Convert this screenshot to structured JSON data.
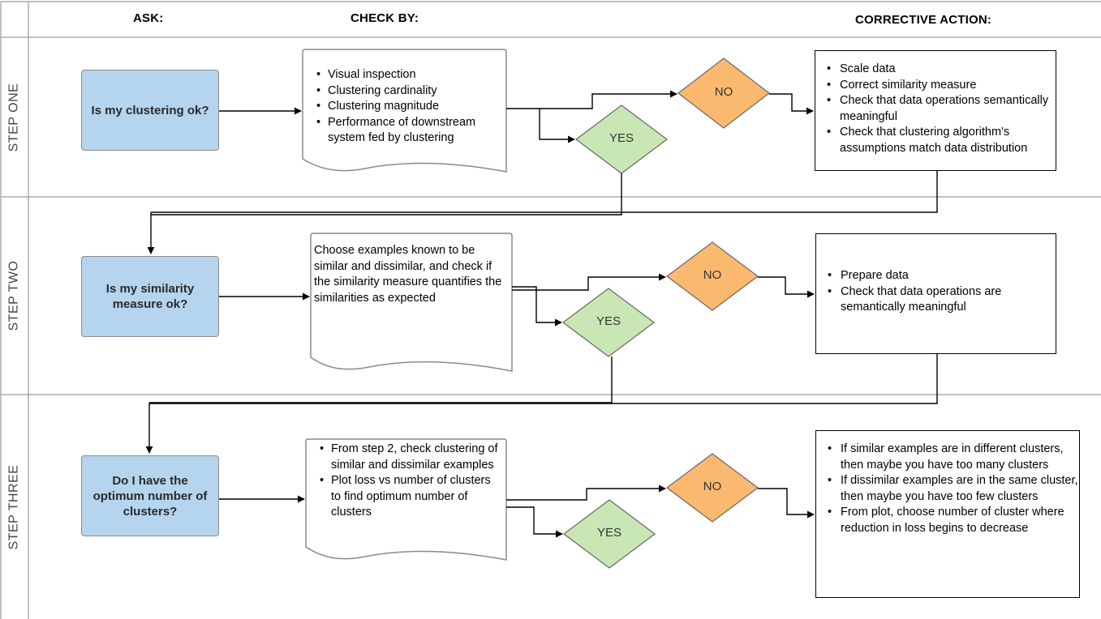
{
  "headers": {
    "ask": "ASK:",
    "check": "CHECK BY:",
    "action": "CORRECTIVE ACTION:"
  },
  "steps": [
    {
      "label": "STEP ONE",
      "question": "Is my clustering ok?",
      "check": [
        "Visual inspection",
        "Clustering cardinality",
        "Clustering magnitude",
        "Performance of downstream system fed by clustering"
      ],
      "no": "NO",
      "yes": "YES",
      "actions": [
        "Scale data",
        "Correct similarity measure",
        "Check that data operations semantically meaningful",
        "Check that clustering algorithm's assumptions match data distribution"
      ]
    },
    {
      "label": "STEP TWO",
      "question": "Is my similarity measure ok?",
      "check_text": "Choose examples known to be similar and dissimilar, and check if the similarity measure quantifies the similarities as expected",
      "no": "NO",
      "yes": "YES",
      "actions": [
        "Prepare data",
        "Check that data operations are semantically meaningful"
      ]
    },
    {
      "label": "STEP THREE",
      "question": "Do I have the optimum number of clusters?",
      "check": [
        "From step 2, check clustering of similar and dissimilar examples",
        "Plot loss vs number of clusters to find optimum number of clusters"
      ],
      "no": "NO",
      "yes": "YES",
      "actions": [
        "If similar examples are in different clusters, then maybe you have too many clusters",
        "If dissimilar examples are in the same cluster, then maybe you have too few clusters",
        "From plot, choose number of cluster where reduction in loss begins to decrease"
      ]
    }
  ],
  "colors": {
    "ask_fill": "#b5d5ee",
    "no_fill": "#fbb970",
    "yes_fill": "#c9e7b4",
    "line": "#000000",
    "grid": "#9a9a9a"
  }
}
